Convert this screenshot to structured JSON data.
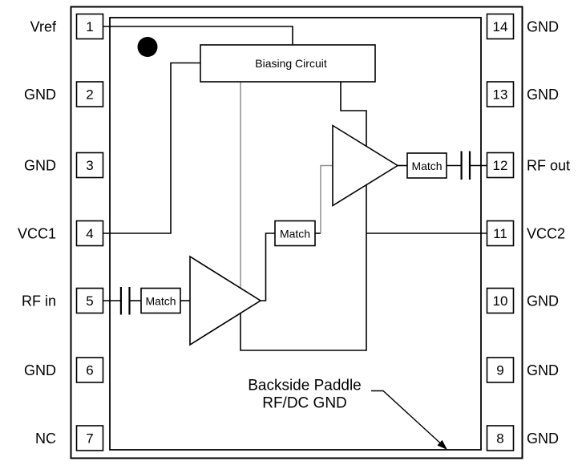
{
  "diagram_type": "ic-functional-block-pin-diagram",
  "colors": {
    "line": "#000000",
    "bias_line": "#8f8f8f",
    "background": "#ffffff",
    "text": "#000000"
  },
  "pins_left": [
    {
      "number": "1",
      "label": "Vref"
    },
    {
      "number": "2",
      "label": "GND"
    },
    {
      "number": "3",
      "label": "GND"
    },
    {
      "number": "4",
      "label": "VCC1"
    },
    {
      "number": "5",
      "label": "RF in"
    },
    {
      "number": "6",
      "label": "GND"
    },
    {
      "number": "7",
      "label": "NC"
    }
  ],
  "pins_right": [
    {
      "number": "14",
      "label": "GND"
    },
    {
      "number": "13",
      "label": "GND"
    },
    {
      "number": "12",
      "label": "RF out"
    },
    {
      "number": "11",
      "label": "VCC2"
    },
    {
      "number": "10",
      "label": "GND"
    },
    {
      "number": "9",
      "label": "GND"
    },
    {
      "number": "8",
      "label": "GND"
    }
  ],
  "blocks": {
    "biasing": {
      "label": "Biasing Circuit"
    },
    "input_match": {
      "label": "Match"
    },
    "interstage_match": {
      "label": "Match"
    },
    "output_match": {
      "label": "Match"
    }
  },
  "annotation": {
    "line1": "Backside Paddle",
    "line2": "RF/DC GND"
  }
}
